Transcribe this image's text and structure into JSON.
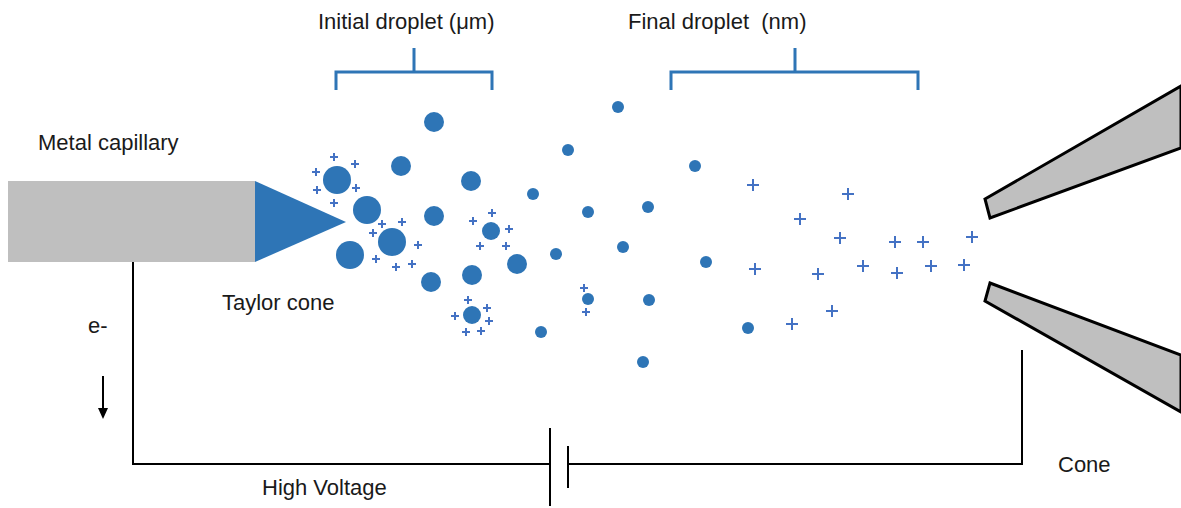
{
  "diagram": {
    "labels": [
      "Initial droplet (μm)",
      "Final droplet  (nm)",
      "Metal capillary",
      "Taylor cone",
      "e-",
      "High Voltage",
      "Cone"
    ]
  }
}
